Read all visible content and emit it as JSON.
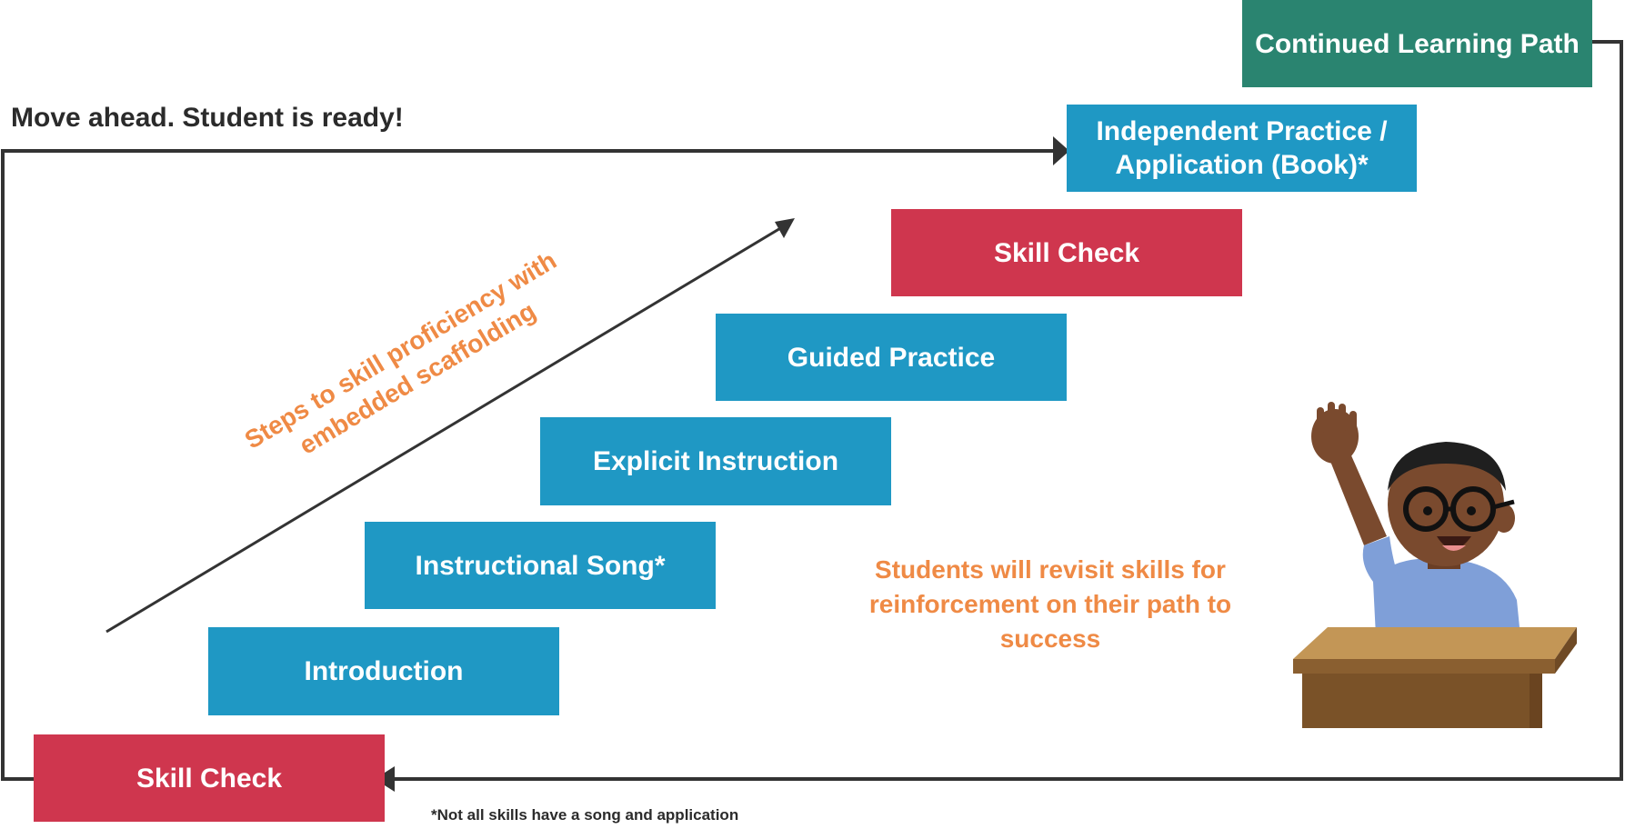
{
  "header": {
    "ready_text": "Move ahead. Student is ready!"
  },
  "steps": {
    "continued_learning": "Continued Learning Path",
    "independent_practice": "Independent Practice / Application (Book)*",
    "skill_check_top": "Skill Check",
    "guided_practice": "Guided Practice",
    "explicit_instruction": "Explicit Instruction",
    "instructional_song": "Instructional Song*",
    "introduction": "Introduction",
    "skill_check_bottom": "Skill Check"
  },
  "annotations": {
    "diagonal_label": "Steps to skill proficiency with embedded scaffolding",
    "revisit_note": "Students will revisit skills for reinforcement on their path to success"
  },
  "footnote": "*Not all skills have a song and application",
  "colors": {
    "step_blue": "#1f98c4",
    "skill_check_red": "#cf364e",
    "continued_green": "#2a8470",
    "accent_orange": "#ef8a45",
    "line_dark": "#333333"
  }
}
